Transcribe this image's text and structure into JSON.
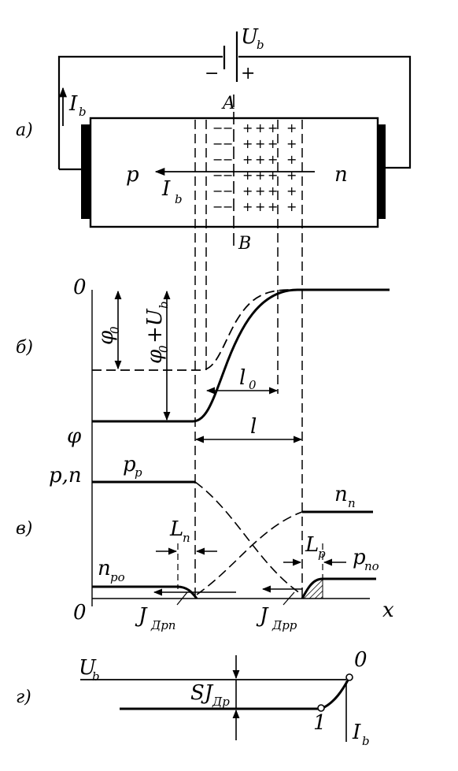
{
  "labels": {
    "panel_a": "а)",
    "panel_b": "б)",
    "panel_v": "в)",
    "panel_g": "г)",
    "battery_U": "U",
    "battery_U_sub": "b",
    "battery_minus": "−",
    "battery_plus": "+",
    "current_I": "I",
    "current_I_sub": "b",
    "point_A": "A",
    "point_B": "B",
    "region_p": "p",
    "region_n": "n",
    "inner_I": "I",
    "inner_I_sub": "b",
    "axis_zero_top": "0",
    "phi0": "φ",
    "phi0_sub": "0",
    "phi0_plus_Ub": "φ",
    "phi0_plus_Ub_sub": "0",
    "phi0_plus_Ub_rest": "+U",
    "phi0_plus_Ub_rest_sub": "b",
    "phi": "φ",
    "l0": "l",
    "l0_sub": "0",
    "l": "l",
    "pn_axis": "p,n",
    "pp": "p",
    "pp_sub": "p",
    "nn": "n",
    "nn_sub": "n",
    "Ln": "L",
    "Ln_sub": "n",
    "Lp": "L",
    "Lp_sub": "p",
    "npo": "n",
    "npo_sub": "po",
    "pno": "p",
    "pno_sub": "no",
    "origin": "0",
    "x_axis": "x",
    "Jdrn": "J",
    "Jdrn_sub": "Дрn",
    "Jdrp": "J",
    "Jdrp_sub": "Дрp",
    "g_Ub": "U",
    "g_Ub_sub": "b",
    "g_SJ": "SJ",
    "g_SJ_sub": "Др",
    "g_point0": "0",
    "g_point1": "1",
    "g_Ib": "I",
    "g_Ib_sub": "b",
    "plus_sign": "+",
    "minus_sign": "−"
  }
}
